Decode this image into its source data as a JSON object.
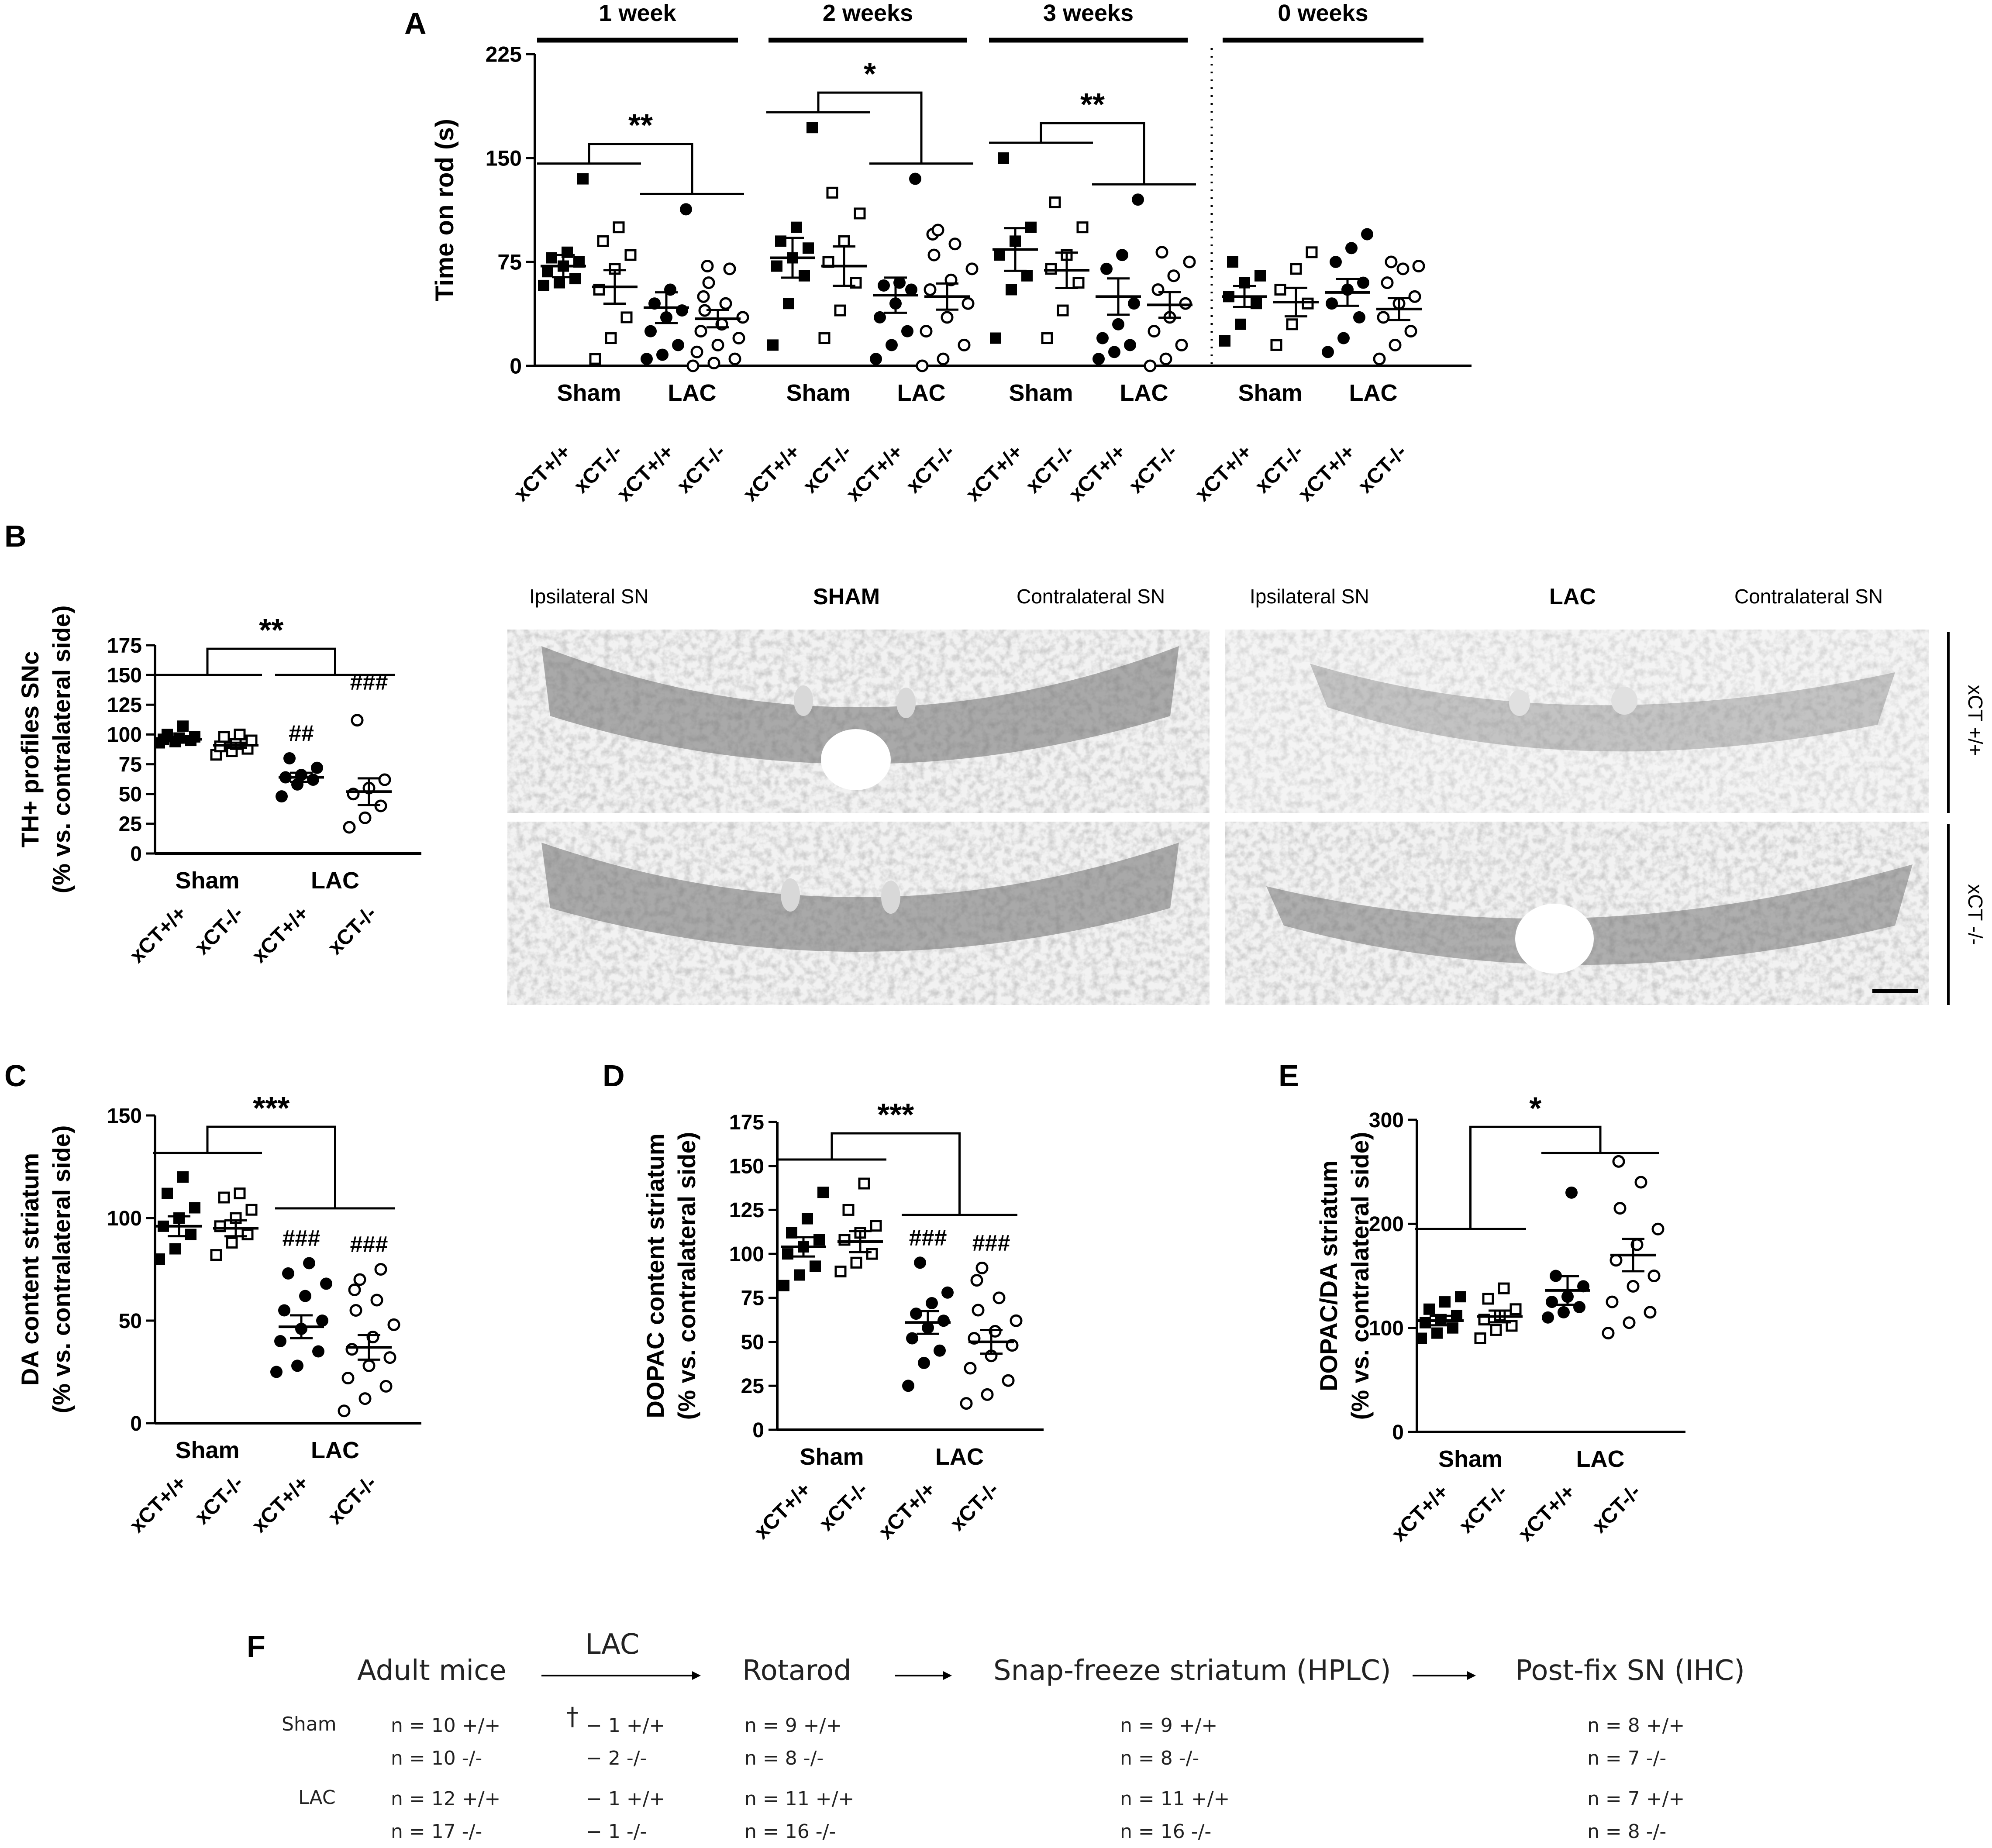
{
  "panel_letters": {
    "a": "A",
    "b": "B",
    "c": "C",
    "d": "D",
    "e": "E",
    "f": "F"
  },
  "group_labels": {
    "sham": "Sham",
    "lac": "LAC"
  },
  "genotypes": [
    "xCT+/+",
    "xCT-/-",
    "xCT+/+",
    "xCT-/-"
  ],
  "marker_style": {
    "xCT+/+ Sham": "filled-square",
    "xCT-/- Sham": "open-square",
    "xCT+/+ LAC": "filled-circle",
    "xCT-/- LAC": "open-circle"
  },
  "micrographs": {
    "sham_title": "SHAM",
    "lac_title": "LAC",
    "ipsilateral": "Ipsilateral SN",
    "contralateral": "Contralateral SN",
    "row_top": "xCT +/+",
    "row_bottom": "xCT -/-"
  },
  "chart_data": [
    {
      "id": "A",
      "type": "scatter",
      "ylabel": "Time on rod (s)",
      "ylim": [
        0,
        225
      ],
      "yticks": [
        0,
        75,
        150,
        225
      ],
      "timepoints": [
        {
          "label": "1 week",
          "significance": "**",
          "mean": [
            72,
            57,
            42,
            34
          ],
          "values": [
            [
              58,
              60,
              63,
              68,
              72,
              75,
              78,
              82,
              135
            ],
            [
              5,
              20,
              35,
              55,
              70,
              80,
              90,
              100
            ],
            [
              5,
              8,
              15,
              25,
              35,
              40,
              45,
              55,
              113
            ],
            [
              0,
              2,
              5,
              10,
              15,
              20,
              25,
              30,
              35,
              40,
              45,
              50,
              60,
              70,
              72
            ]
          ]
        },
        {
          "label": "2 weeks",
          "significance": "*",
          "mean": [
            78,
            72,
            51,
            50
          ],
          "values": [
            [
              15,
              45,
              65,
              72,
              78,
              85,
              90,
              100,
              172
            ],
            [
              20,
              40,
              60,
              75,
              90,
              110,
              125
            ],
            [
              5,
              15,
              25,
              35,
              45,
              55,
              58,
              60,
              135
            ],
            [
              0,
              5,
              15,
              25,
              35,
              45,
              55,
              62,
              70,
              80,
              88,
              95,
              98
            ]
          ]
        },
        {
          "label": "3 weeks",
          "significance": "**",
          "mean": [
            84,
            69,
            50,
            44
          ],
          "values": [
            [
              20,
              55,
              65,
              80,
              90,
              100,
              150
            ],
            [
              20,
              40,
              60,
              70,
              80,
              100,
              118
            ],
            [
              5,
              10,
              15,
              20,
              30,
              45,
              70,
              80,
              120
            ],
            [
              0,
              5,
              15,
              25,
              35,
              45,
              55,
              65,
              75,
              82
            ]
          ]
        },
        {
          "label": "0 weeks",
          "significance": "",
          "mean": [
            50,
            46,
            53,
            41
          ],
          "values": [
            [
              18,
              30,
              45,
              50,
              60,
              65,
              75
            ],
            [
              15,
              30,
              45,
              55,
              70,
              82
            ],
            [
              10,
              20,
              35,
              45,
              55,
              60,
              75,
              85,
              95
            ],
            [
              5,
              15,
              25,
              35,
              45,
              50,
              60,
              70,
              72,
              75
            ]
          ]
        }
      ]
    },
    {
      "id": "B",
      "type": "scatter",
      "ylabel": "TH+ profiles SNc",
      "ylabel2": "(% vs. contralateral side)",
      "ylim": [
        0,
        175
      ],
      "yticks": [
        0,
        25,
        50,
        75,
        100,
        125,
        150,
        175
      ],
      "significance": "**",
      "group_marks": [
        "",
        "",
        "##",
        "###"
      ],
      "mean": [
        96,
        91,
        64,
        52
      ],
      "values": [
        [
          93,
          94,
          95,
          96,
          97,
          98,
          100,
          107
        ],
        [
          83,
          86,
          88,
          90,
          92,
          95,
          98,
          100
        ],
        [
          48,
          58,
          62,
          64,
          66,
          72,
          80
        ],
        [
          22,
          30,
          40,
          50,
          55,
          62,
          112
        ]
      ]
    },
    {
      "id": "C",
      "type": "scatter",
      "ylabel": "DA content striatum",
      "ylabel2": "(% vs. contralateral side)",
      "ylim": [
        0,
        150
      ],
      "yticks": [
        0,
        50,
        100,
        150
      ],
      "significance": "***",
      "group_marks": [
        "",
        "",
        "###",
        "###"
      ],
      "mean": [
        96,
        95,
        47,
        37
      ],
      "values": [
        [
          80,
          85,
          92,
          96,
          100,
          105,
          112,
          120
        ],
        [
          82,
          88,
          92,
          96,
          100,
          104,
          110,
          112
        ],
        [
          25,
          28,
          35,
          40,
          46,
          50,
          55,
          62,
          68,
          73,
          78
        ],
        [
          6,
          12,
          18,
          22,
          28,
          32,
          36,
          42,
          48,
          55,
          60,
          65,
          70,
          75
        ]
      ]
    },
    {
      "id": "D",
      "type": "scatter",
      "ylabel": "DOPAC content striatum",
      "ylabel2": "(% vs. contralateral side)",
      "ylim": [
        0,
        175
      ],
      "yticks": [
        0,
        25,
        50,
        75,
        100,
        125,
        150,
        175
      ],
      "significance": "***",
      "group_marks": [
        "",
        "",
        "###",
        "###"
      ],
      "mean": [
        104,
        107,
        61,
        50
      ],
      "values": [
        [
          82,
          88,
          93,
          100,
          104,
          108,
          112,
          120,
          135
        ],
        [
          90,
          95,
          100,
          108,
          112,
          116,
          125,
          140
        ],
        [
          25,
          38,
          45,
          52,
          58,
          62,
          66,
          72,
          78,
          95
        ],
        [
          15,
          20,
          28,
          35,
          42,
          48,
          52,
          56,
          62,
          68,
          75,
          85,
          92
        ]
      ]
    },
    {
      "id": "E",
      "type": "scatter",
      "ylabel": "DOPAC/DA striatum",
      "ylabel2": "(% vs. contralateral side)",
      "ylim": [
        0,
        300
      ],
      "yticks": [
        0,
        100,
        200,
        300
      ],
      "significance": "*",
      "group_marks": [
        "",
        "",
        "",
        ""
      ],
      "mean": [
        107,
        111,
        136,
        170
      ],
      "values": [
        [
          90,
          95,
          100,
          105,
          108,
          112,
          118,
          125,
          130
        ],
        [
          90,
          98,
          102,
          108,
          112,
          118,
          128,
          138
        ],
        [
          110,
          115,
          120,
          125,
          130,
          140,
          150,
          230
        ],
        [
          95,
          105,
          115,
          125,
          140,
          150,
          165,
          180,
          195,
          215,
          240,
          260
        ]
      ]
    }
  ],
  "flowchart": {
    "steps": [
      "Adult mice",
      "LAC",
      "Rotarod",
      "Snap-freeze striatum (HPLC)",
      "Post-fix SN (IHC)"
    ],
    "row_labels": [
      "Sham",
      "LAC"
    ],
    "dagger": "†",
    "adult": [
      "n = 10 +/+",
      "n = 10 -/-",
      "n = 12 +/+",
      "n = 17 -/-"
    ],
    "excluded": [
      "− 1 +/+",
      "− 2 -/-",
      "− 1 +/+",
      "− 1 -/-"
    ],
    "rotarod": [
      "n = 9 +/+",
      "n = 8 -/-",
      "n = 11 +/+",
      "n = 16 -/-"
    ],
    "hplc": [
      "n = 9 +/+",
      "n = 8 -/-",
      "n = 11 +/+",
      "n = 16 -/-"
    ],
    "ihc": [
      "n = 8 +/+",
      "n = 7 -/-",
      "n = 7 +/+",
      "n = 8 -/-"
    ]
  }
}
